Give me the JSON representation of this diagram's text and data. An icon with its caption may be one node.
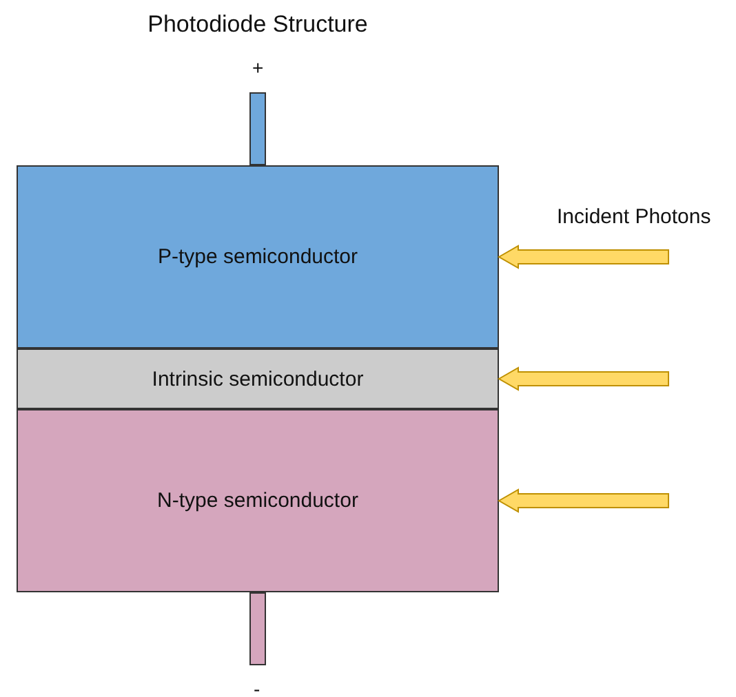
{
  "diagram": {
    "title": "Photodiode Structure",
    "nodes": [
      {
        "text": [
          "+"
        ]
      },
      {
        "text": [
          "P-type semiconductor"
        ]
      },
      {
        "text": [
          "Intrinsic semiconductor"
        ]
      },
      {
        "text": [
          "N-type semiconductor"
        ]
      },
      {
        "text": [
          "-"
        ]
      }
    ],
    "edges": [
      {
        "from": null,
        "to": 1,
        "arrow": "to"
      },
      {
        "from": null,
        "to": 2,
        "arrow": "to"
      },
      {
        "from": null,
        "to": 3,
        "arrow": "to"
      }
    ],
    "labels": [
      "Incident Photons"
    ]
  }
}
